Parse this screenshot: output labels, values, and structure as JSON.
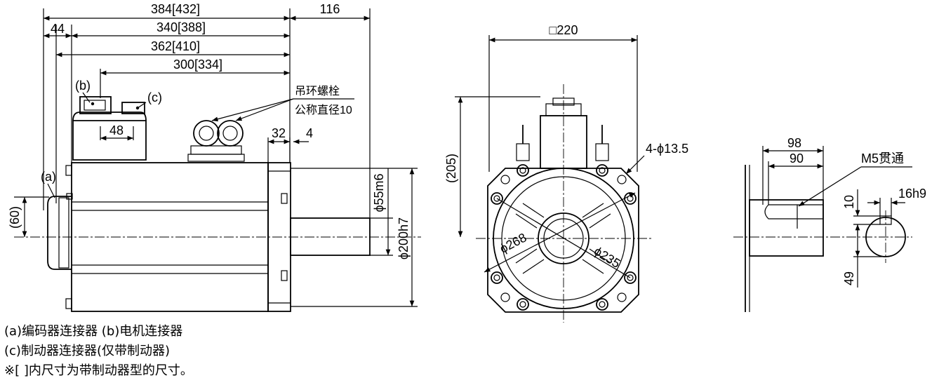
{
  "side_view": {
    "overall_length": "384[432]",
    "flange_offset": "44",
    "length_340": "340[388]",
    "length_362": "362[410]",
    "length_300": "300[334]",
    "shaft_length": "116",
    "connector_spacing": "48",
    "shoulder_32": "32",
    "shoulder_4": "4",
    "encoder_height": "(60)",
    "label_a": "(a)",
    "label_b": "(b)",
    "label_c": "(c)",
    "eyebolt_note_line1": "吊环螺栓",
    "eyebolt_note_line2": "公称直径10",
    "shaft_diameter": "ϕ55m6",
    "spigot_diameter": "ϕ200h7"
  },
  "front_view": {
    "flange_size": "□220",
    "height": "(205)",
    "mount_holes": "4-ϕ13.5",
    "pcd": "ϕ235",
    "outer_diameter": "ϕ268"
  },
  "shaft_detail": {
    "keyway_length_98": "98",
    "keyway_length_90": "90",
    "thread_note": "M5贯通",
    "key_depth": "10",
    "key_width": "16h9",
    "shaft_height": "49"
  },
  "notes": {
    "line1": "(a)编码器连接器 (b)电机连接器",
    "line2": "(c)制动器连接器(仅带制动器)",
    "line3": "※[  ]内尺寸为带制动器型的尺寸。"
  }
}
